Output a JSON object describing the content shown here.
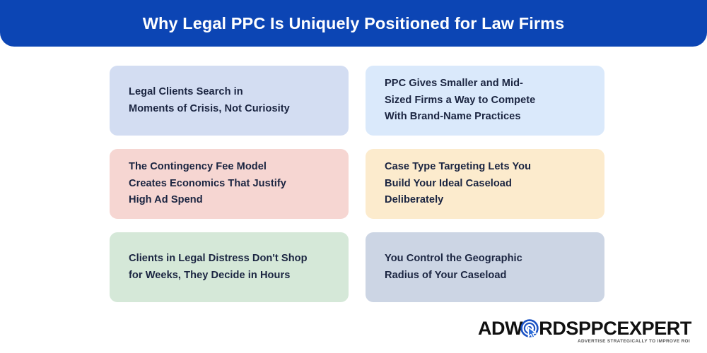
{
  "header": {
    "title": "Why Legal PPC Is Uniquely Positioned for Law Firms",
    "background_color": "#0c45b4",
    "text_color": "#ffffff"
  },
  "cards": [
    {
      "id": "legal-clients-search-crisis",
      "text": "Legal Clients Search in\nMoments of Crisis, Not Curiosity",
      "background_color": "#d3ddf2",
      "text_color": "#1b2541"
    },
    {
      "id": "ppc-smaller-mid-sized-firms",
      "text": "PPC Gives Smaller and Mid-\nSized Firms a Way to Compete\nWith Brand-Name Practices",
      "background_color": "#dae9fb",
      "text_color": "#1b2541"
    },
    {
      "id": "contingency-fee-model",
      "text": "The Contingency Fee Model\nCreates Economics That Justify\nHigh Ad Spend",
      "background_color": "#f6d6d2",
      "text_color": "#1b2541"
    },
    {
      "id": "case-type-targeting",
      "text": "Case Type Targeting Lets You\nBuild Your Ideal Caseload\nDeliberately",
      "background_color": "#fcebcd",
      "text_color": "#1b2541"
    },
    {
      "id": "clients-decide-in-hours",
      "text": "Clients in Legal Distress Don't Shop\nfor Weeks, They Decide in Hours",
      "background_color": "#d5e8d8",
      "text_color": "#1b2541"
    },
    {
      "id": "geographic-radius-control",
      "text": "You Control the Geographic\nRadius of Your Caseload",
      "background_color": "#ccd5e4",
      "text_color": "#1b2541"
    }
  ],
  "logo": {
    "part_ad": "ADW",
    "part_o_icon": "target-bullseye-icon",
    "part_rds": "RDS",
    "part_tail": "PPCEXPERT",
    "tagline": "ADVERTISE STRATEGICALLY TO IMPROVE ROI",
    "brand_blue": "#1b52c4",
    "brand_black": "#111111"
  }
}
